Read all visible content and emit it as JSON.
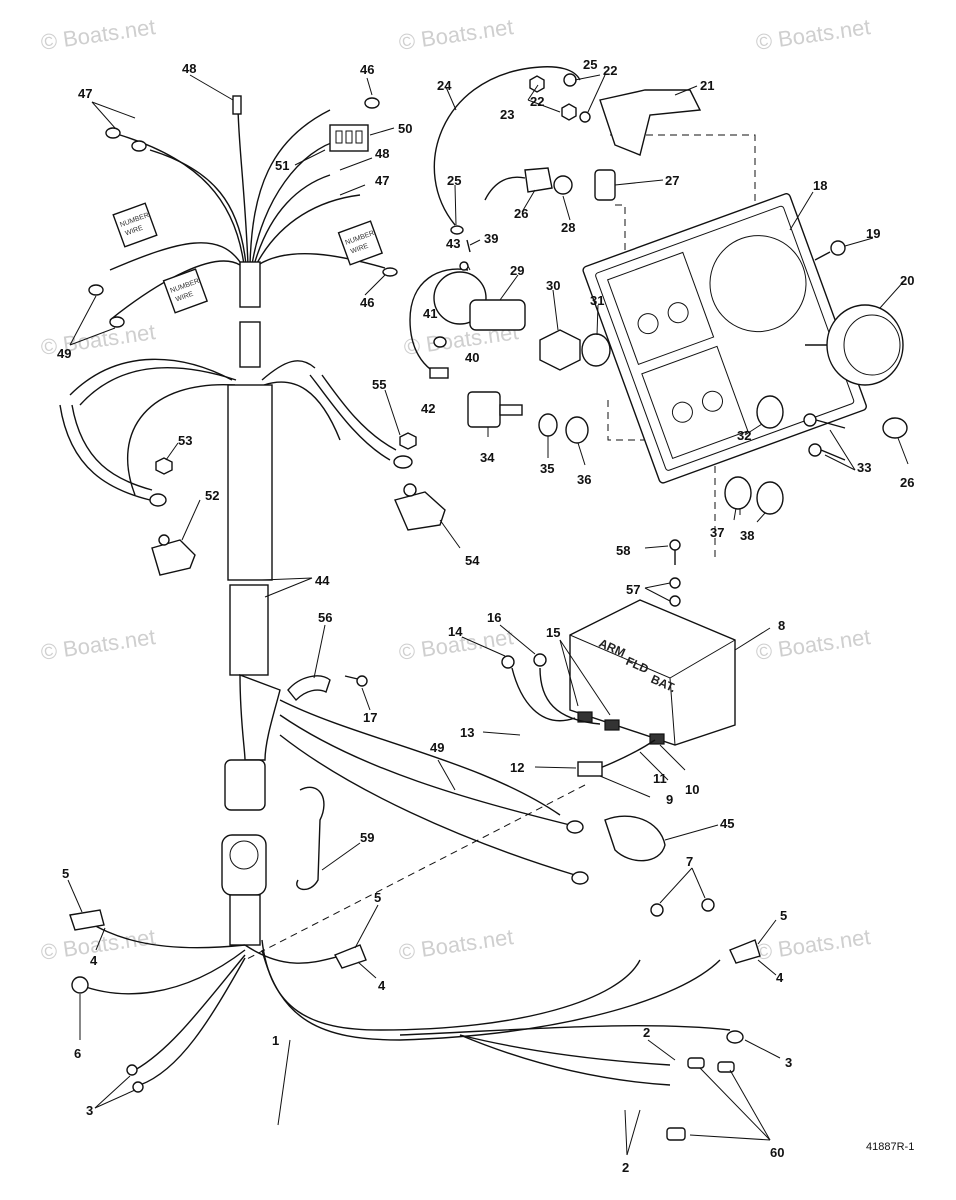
{
  "watermark": "© Boats.net",
  "part_number": "41887R-1",
  "regulator_face": [
    "ARM",
    "FLD",
    "BAT."
  ],
  "tags": [
    "NUMBER",
    "WIRE"
  ],
  "callouts": [
    "1",
    "2",
    "3",
    "4",
    "5",
    "6",
    "7",
    "8",
    "9",
    "10",
    "11",
    "12",
    "13",
    "14",
    "15",
    "16",
    "17",
    "18",
    "19",
    "20",
    "21",
    "22",
    "23",
    "24",
    "25",
    "26",
    "27",
    "28",
    "29",
    "30",
    "31",
    "32",
    "33",
    "34",
    "35",
    "36",
    "37",
    "38",
    "39",
    "40",
    "41",
    "42",
    "43",
    "44",
    "45",
    "46",
    "47",
    "48",
    "49",
    "50",
    "51",
    "52",
    "53",
    "54",
    "55",
    "56",
    "57",
    "58",
    "59",
    "60"
  ]
}
